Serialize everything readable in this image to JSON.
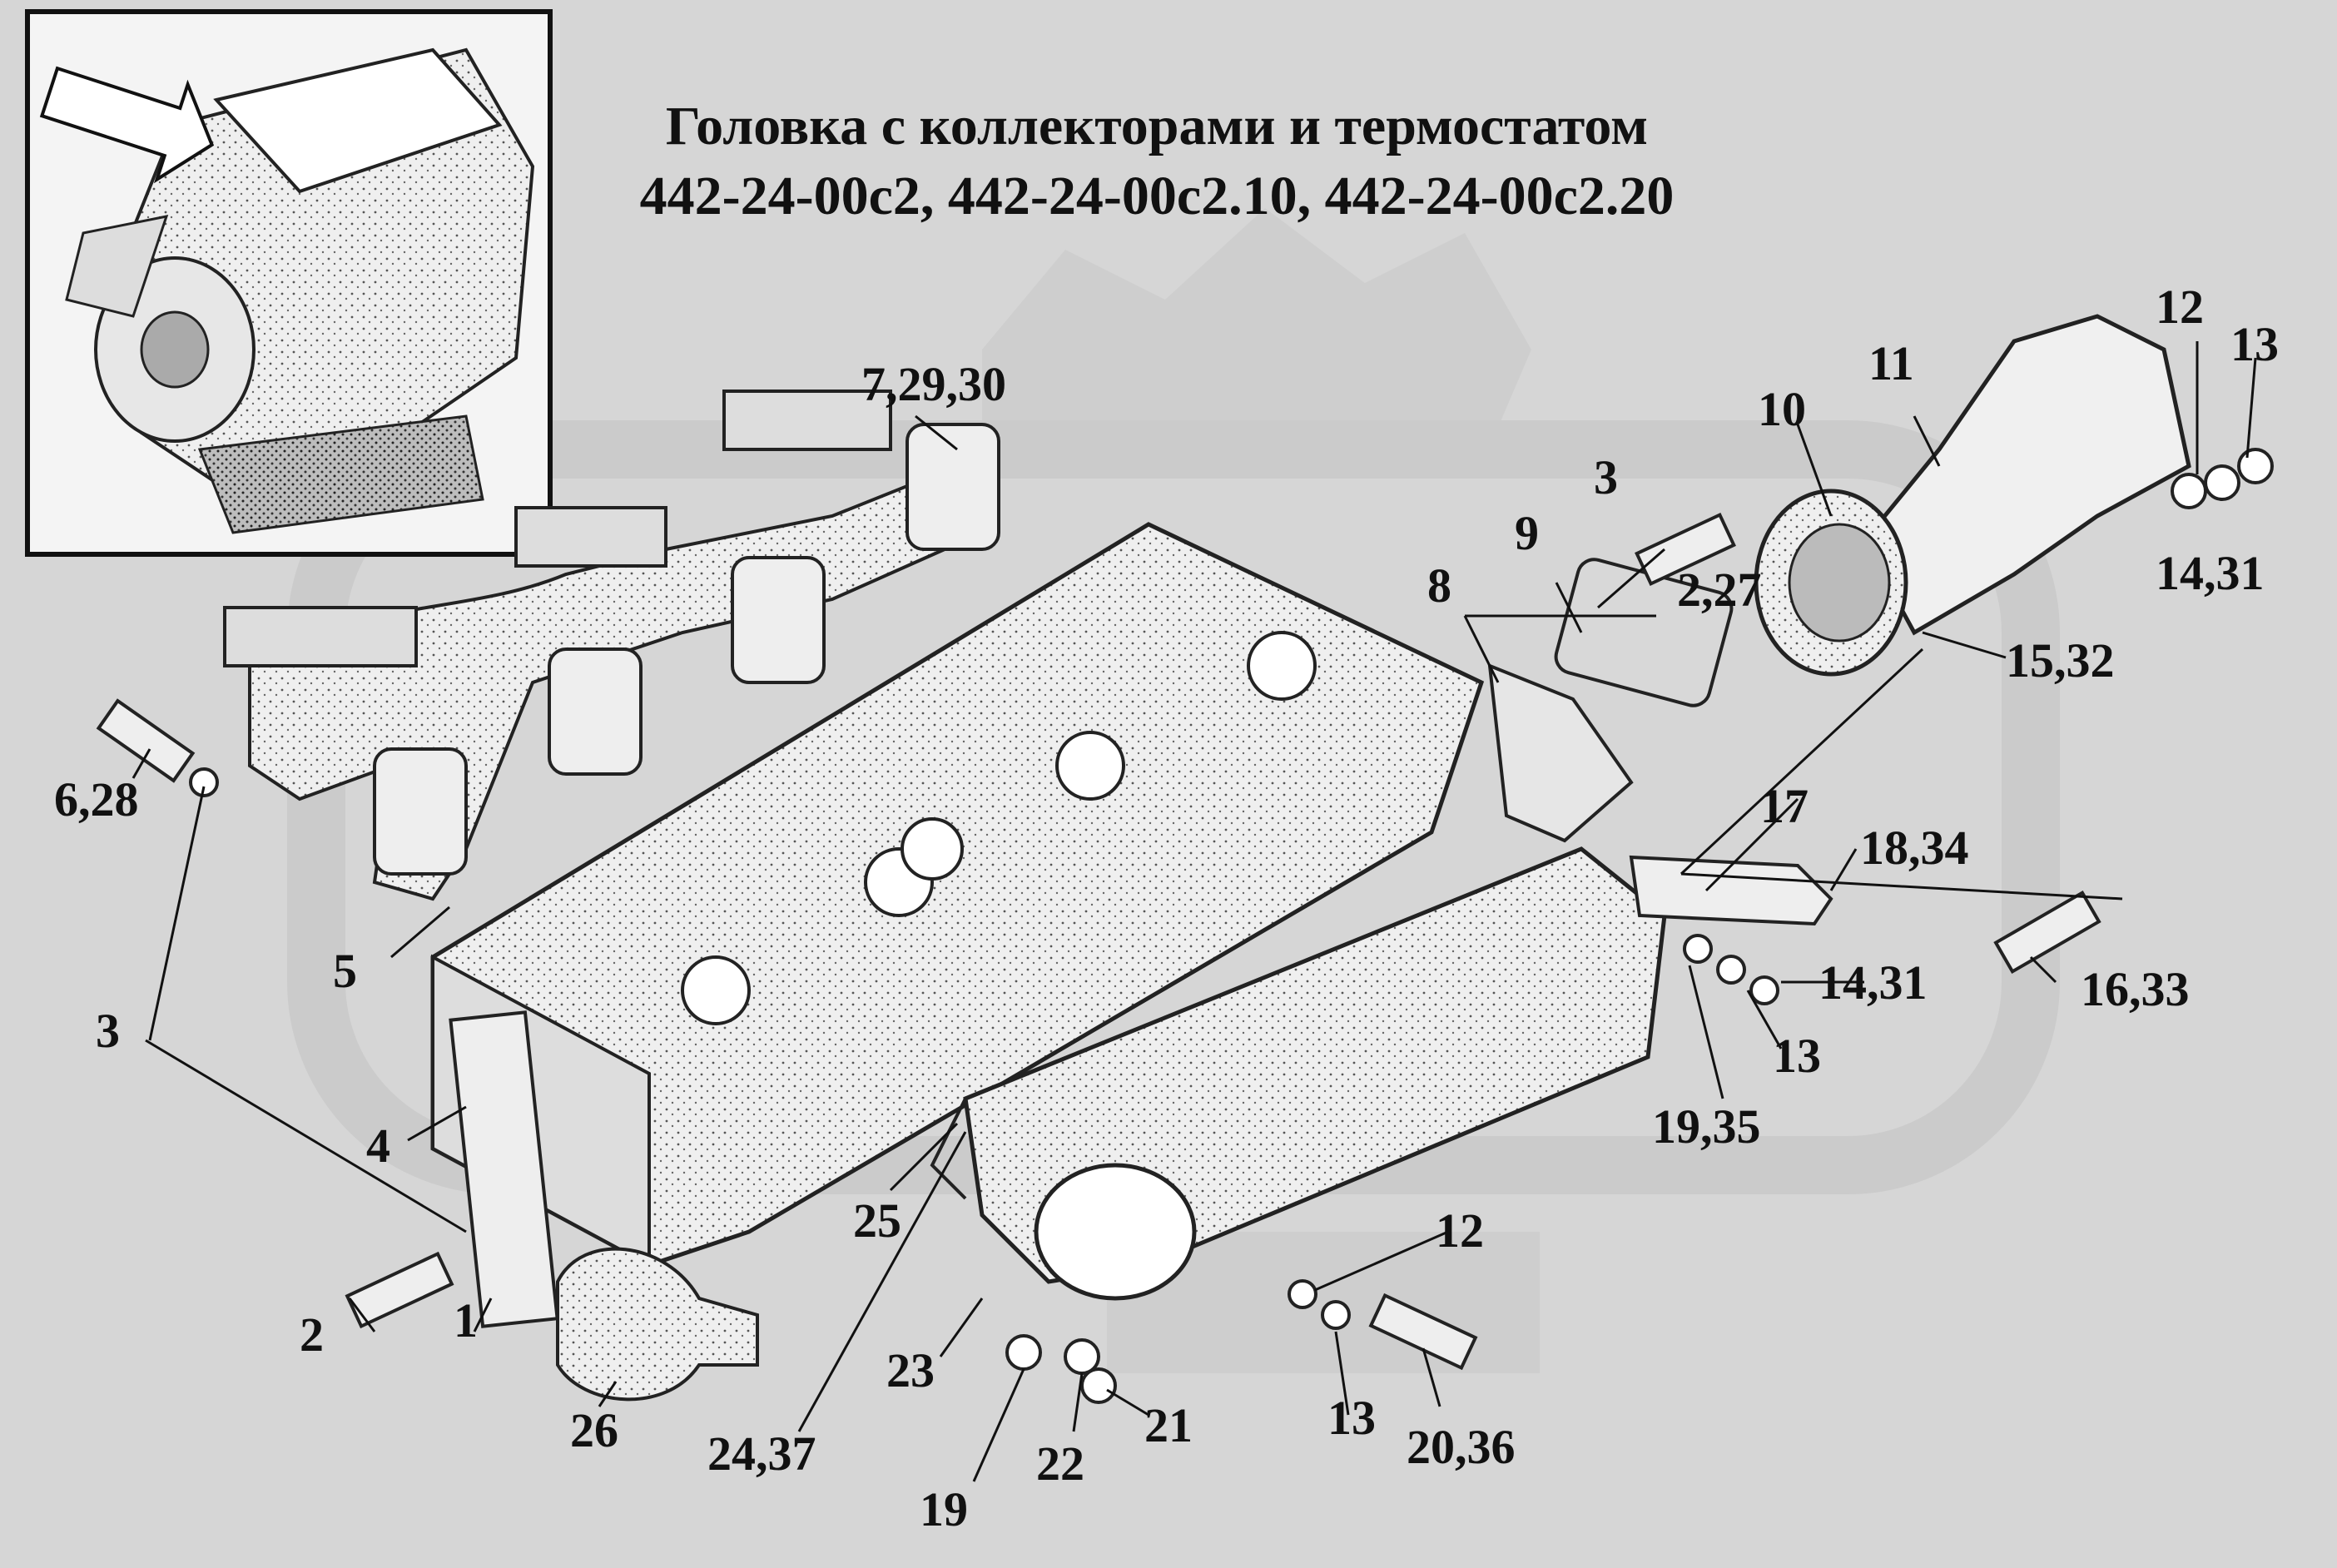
{
  "title": {
    "line1": "Головка с коллекторами и термостатом",
    "line2": "442-24-00с2, 442-24-00с2.10, 442-24-00с2.20"
  },
  "callouts": [
    {
      "id": "c1",
      "text": "1"
    },
    {
      "id": "c2",
      "text": "2"
    },
    {
      "id": "c3a",
      "text": "3"
    },
    {
      "id": "c3b",
      "text": "3"
    },
    {
      "id": "c4",
      "text": "4"
    },
    {
      "id": "c5",
      "text": "5"
    },
    {
      "id": "c6",
      "text": "6,28"
    },
    {
      "id": "c7",
      "text": "7,29,30"
    },
    {
      "id": "c8",
      "text": "8"
    },
    {
      "id": "c9",
      "text": "9"
    },
    {
      "id": "c10",
      "text": "10"
    },
    {
      "id": "c11",
      "text": "11"
    },
    {
      "id": "c12a",
      "text": "12"
    },
    {
      "id": "c13a",
      "text": "13"
    },
    {
      "id": "c14a",
      "text": "14,31"
    },
    {
      "id": "c15",
      "text": "15,32"
    },
    {
      "id": "c227",
      "text": "2,27"
    },
    {
      "id": "c16",
      "text": "16,33"
    },
    {
      "id": "c17",
      "text": "17"
    },
    {
      "id": "c18",
      "text": "18,34"
    },
    {
      "id": "c14b",
      "text": "14,31"
    },
    {
      "id": "c13b",
      "text": "13"
    },
    {
      "id": "c19a",
      "text": "19,35"
    },
    {
      "id": "c12b",
      "text": "12"
    },
    {
      "id": "c13c",
      "text": "13"
    },
    {
      "id": "c20",
      "text": "20,36"
    },
    {
      "id": "c21",
      "text": "21"
    },
    {
      "id": "c22",
      "text": "22"
    },
    {
      "id": "c19b",
      "text": "19"
    },
    {
      "id": "c23",
      "text": "23"
    },
    {
      "id": "c24",
      "text": "24,37"
    },
    {
      "id": "c25",
      "text": "25"
    },
    {
      "id": "c26",
      "text": "26"
    }
  ]
}
